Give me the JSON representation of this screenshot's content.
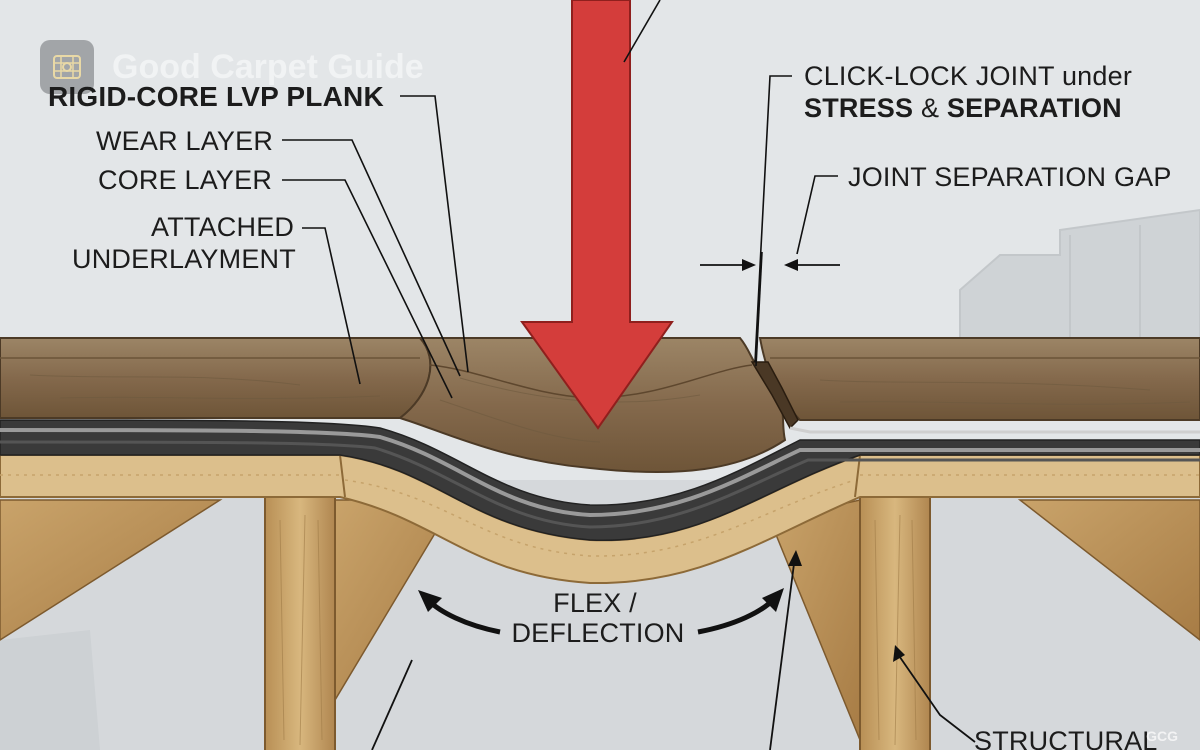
{
  "brand": {
    "name": "Good Carpet Guide",
    "corner_mark": "GCG",
    "logo_icon": "carpet-logo-icon"
  },
  "labels": {
    "plank_title": "RIGID-CORE LVP PLANK",
    "wear_layer": "WEAR LAYER",
    "core_layer": "CORE LAYER",
    "attached_line1": "ATTACHED",
    "attached_line2": "UNDERLAYMENT",
    "clicklock_line1": "CLICK-LOCK JOINT under",
    "clicklock_stress": "STRESS",
    "clicklock_amp": "&",
    "clicklock_separation": "SEPARATION",
    "joint_gap": "JOINT SEPARATION GAP",
    "flex_line1": "FLEX /",
    "flex_line2": "DEFLECTION",
    "structural": "STRUCTURAL"
  },
  "colors": {
    "load_arrow": "#d43d3b",
    "load_arrow_edge": "#8f1f1d",
    "plank_wood": "#8a7356",
    "underlayment": "#3a3a3a",
    "subfloor": "#dcbf8c",
    "joist": "#c9a66b",
    "background": "#e6e8ea"
  }
}
